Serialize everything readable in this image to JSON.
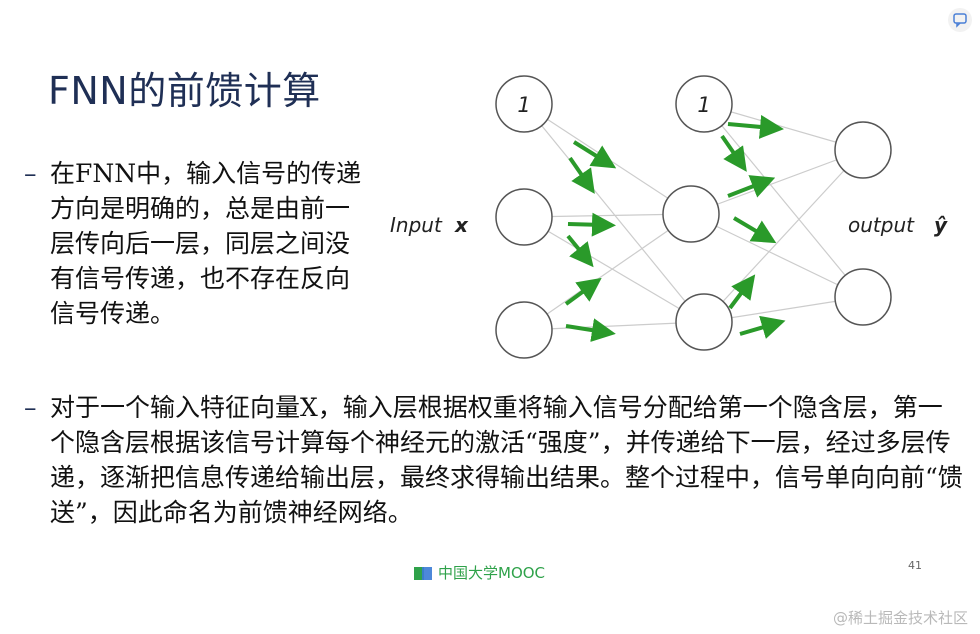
{
  "slide": {
    "title": "FNN的前馈计算",
    "bullets": [
      {
        "dash": "–",
        "text": "在FNN中，输入信号的传递方向是明确的，总是由前一层传向后一层，同层之间没有信号传递，也不存在反向信号传递。"
      },
      {
        "dash": "–",
        "text": "对于一个输入特征向量X，输入层根据权重将输入信号分配给第一个隐含层，第一个隐含层根据该信号计算每个神经元的激活“强度”，并传递给下一层，经过多层传递，逐渐把信息传递给输出层，最终求得输出结果。整个过程中，信号单向向前“馈送”，因此命名为前馈神经网络。"
      }
    ],
    "page_number": "41"
  },
  "diagram": {
    "input_label": "Input",
    "input_symbol": "x",
    "output_label": "output",
    "output_symbol": "ŷ",
    "bias_label_1": "1",
    "bias_label_2": "1",
    "colors": {
      "arrow": "#2a9a2a",
      "edge": "#cccccc",
      "node_stroke": "#555555"
    }
  },
  "footer": {
    "logo_text": "中国大学MOOC",
    "watermark": "@稀土掘金技术社区"
  },
  "icons": [
    "corner-chat-icon",
    "mooc-logo-icon"
  ]
}
